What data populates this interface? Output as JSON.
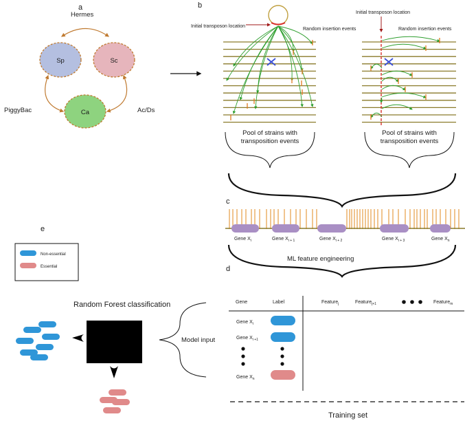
{
  "panel_a": {
    "letter": "a",
    "nodes": {
      "sp": "Sp",
      "sc": "Sc",
      "ca": "Ca"
    },
    "edges": {
      "hermes": "Hermes",
      "piggybac": "PiggyBac",
      "acds": "Ac/Ds"
    },
    "colors": {
      "sp": "#b4bfe0",
      "sc": "#e6b5bc",
      "ca": "#8ed37f",
      "edge": "#c07a30",
      "dash": "#c07a30"
    }
  },
  "panel_b": {
    "letter": "b",
    "left": {
      "initial_label": "Initial transposon location",
      "random_label": "Random insertion events",
      "pool_label_line1": "Pool of strains with",
      "pool_label_line2": "transposition events"
    },
    "right": {
      "initial_label": "Initial transposon location",
      "random_label": "Random insertion events",
      "pool_label_line1": "Pool of strains with",
      "pool_label_line2": "transposition events"
    },
    "colors": {
      "chromosome": "#8a7a2a",
      "arrow": "#2e9e2e",
      "insertion": "#e0781e",
      "marker": "#d9302a",
      "cross": "#3a4fd6"
    }
  },
  "panel_c": {
    "letter": "c",
    "genes": [
      {
        "name": "Gene X",
        "sub": "i"
      },
      {
        "name": "Gene X",
        "sub": "i + 1"
      },
      {
        "name": "Gene X",
        "sub": "i + 2"
      },
      {
        "name": "Gene X",
        "sub": "i + 3"
      },
      {
        "name": "Gene X",
        "sub": "n"
      }
    ],
    "feature_label": "ML feature engineering",
    "colors": {
      "gene": "#a98fc4",
      "insertion": "#e0881e",
      "line": "#8a7a2a"
    }
  },
  "panel_d": {
    "letter": "d",
    "headers": {
      "gene": "Gene",
      "label": "Label"
    },
    "features": [
      {
        "name": "Feature",
        "sub": "j"
      },
      {
        "name": "Feature",
        "sub": "j+1"
      },
      {
        "name": "Feature",
        "sub": "m"
      }
    ],
    "rows": [
      {
        "gene": "Gene X",
        "sub": "i",
        "label": "non-essential"
      },
      {
        "gene": "Gene X",
        "sub": "i +1",
        "label": "non-essential"
      },
      {
        "gene": "Gene X",
        "sub": "n",
        "label": "essential"
      }
    ],
    "footer": "Training set"
  },
  "panel_e": {
    "letter": "e",
    "legend": {
      "nonessential": "Non-essential",
      "essential": "Essential"
    },
    "title": "Random Forest classification",
    "model_input": "Model input",
    "colors": {
      "nonessential": "#2f96d8",
      "essential": "#e08a8a",
      "box": "#000000"
    }
  }
}
